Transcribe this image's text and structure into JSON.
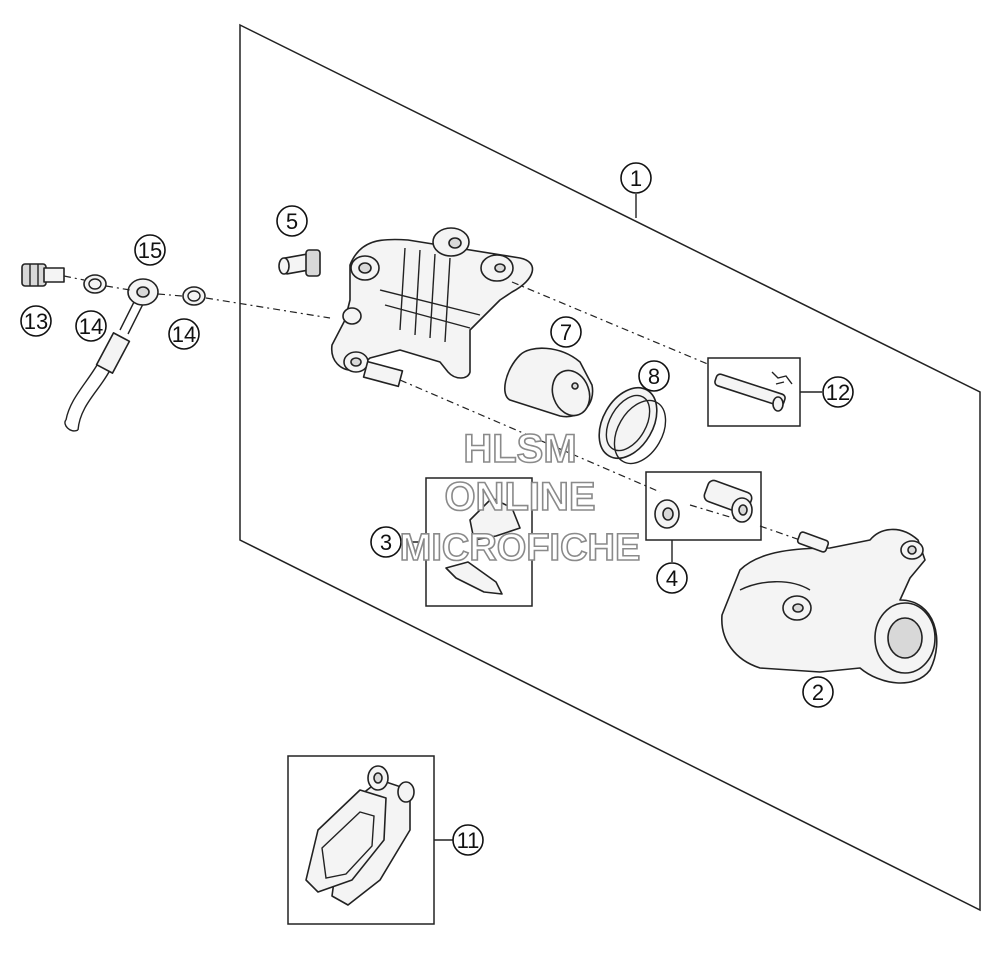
{
  "watermark": {
    "line1": "HLSM",
    "line2": "ONLINE",
    "line3": "MICROFICHE"
  },
  "callouts": [
    {
      "id": "1",
      "label": "1"
    },
    {
      "id": "2",
      "label": "2"
    },
    {
      "id": "3",
      "label": "3"
    },
    {
      "id": "4",
      "label": "4"
    },
    {
      "id": "5",
      "label": "5"
    },
    {
      "id": "7",
      "label": "7"
    },
    {
      "id": "8",
      "label": "8"
    },
    {
      "id": "11",
      "label": "11"
    },
    {
      "id": "12",
      "label": "12"
    },
    {
      "id": "13",
      "label": "13"
    },
    {
      "id": "14a",
      "label": "14"
    },
    {
      "id": "14b",
      "label": "14"
    },
    {
      "id": "15",
      "label": "15"
    }
  ]
}
